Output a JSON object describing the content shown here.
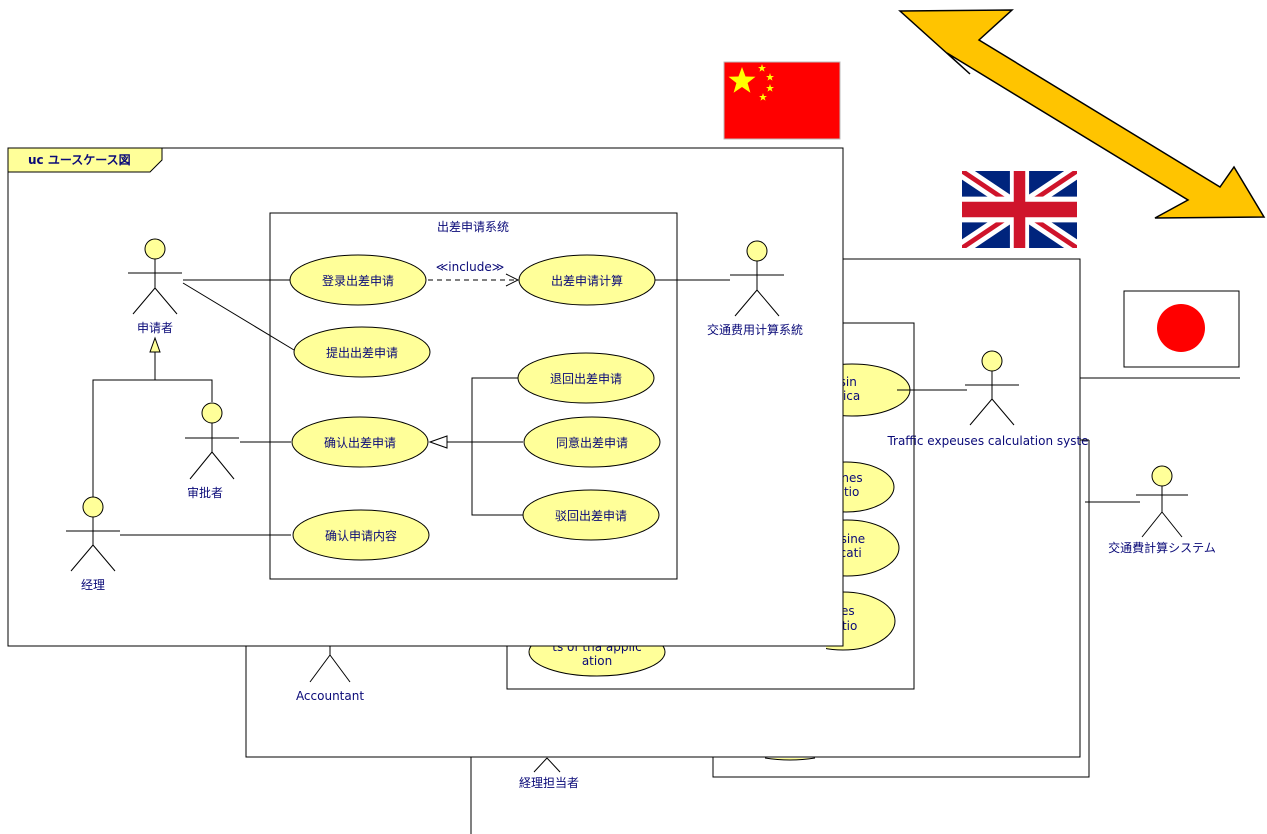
{
  "main_frame": {
    "title": "uc ユースケース図",
    "system_name": "出差申请系统",
    "actors": {
      "applicant": "申请者",
      "approver": "审批者",
      "manager": "经理",
      "cost_system": "交通费用计算系統"
    },
    "use_cases": {
      "register": "登录出差申请",
      "calculate": "出差申请计算",
      "submit": "提出出差申请",
      "confirm": "确认出差申请",
      "return": "退回出差申请",
      "approve": "同意出差申请",
      "reject": "驳回出差申请",
      "confirm_content": "确认申请内容"
    },
    "include_label": "≪include≫"
  },
  "english_frame": {
    "actors": {
      "accountant": "Accountant",
      "traffic_system": "Traffic expeuses calculation syste"
    },
    "partial_use_cases": {
      "uc1_line1": "usin",
      "uc1_line2": "plica",
      "uc2_line1": "ines",
      "uc2_line2": "catio",
      "uc3_line1": "usine",
      "uc3_line2": "licati",
      "uc4_line1": "ines",
      "uc4_line2": "catio",
      "uc5_line1": "ts of tha applic",
      "uc5_line2": "ation"
    }
  },
  "japanese_frame": {
    "actors": {
      "cost_system": "交通費計算システム",
      "manager": "経理担当者"
    }
  },
  "colors": {
    "ellipse_fill": "#ffff99",
    "actor_fill": "#ffff99",
    "frame_tab": "#ffff99",
    "text": "#0a0a78",
    "arrow_fill": "#ffc400",
    "china_red": "#ff0000",
    "china_star": "#ffff00",
    "uk_blue": "#00247d",
    "uk_red": "#cf142b",
    "japan_red": "#ff0000"
  }
}
